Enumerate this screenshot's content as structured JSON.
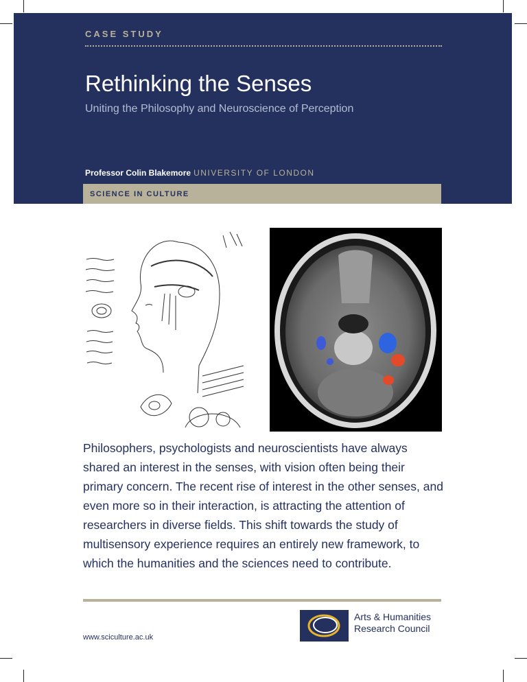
{
  "header": {
    "kicker": "CASE STUDY",
    "title": "Rethinking the Senses",
    "subtitle": "Uniting the Philosophy and Neuroscience of Perception",
    "author_name": "Professor Colin Blakemore",
    "author_affiliation": "UNIVERSITY OF LONDON",
    "category": "SCIENCE IN CULTURE"
  },
  "images": {
    "left": "leonardo-head-sketch",
    "right": "brain-mri-scan"
  },
  "body": {
    "paragraph": "Philosophers, psychologists and neuroscientists have always shared an interest in the senses, with vision often being their primary concern. The recent rise of interest in the other senses, and even more so in their interaction, is attracting the attention of researchers in diverse fields. This shift towards the study of multisensory experience requires an entirely new framework, to which the humanities and the sciences need to contribute."
  },
  "footer": {
    "url": "www.sciculture.ac.uk",
    "logo_line1": "Arts & Humanities",
    "logo_line2": "Research Council"
  },
  "colors": {
    "navy": "#24305e",
    "tan": "#b9b29a",
    "subtitle": "#b6bdd3"
  }
}
